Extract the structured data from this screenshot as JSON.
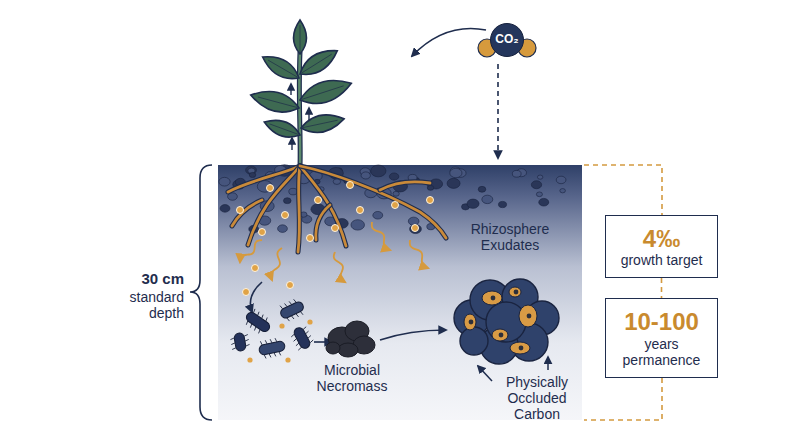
{
  "diagram": {
    "nodes": [
      {
        "text": [
          "CO₂"
        ]
      },
      {
        "text": [
          "4‰",
          "growth target"
        ]
      },
      {
        "text": [
          "10-100",
          "years permanence"
        ]
      }
    ],
    "edges": [
      {
        "from": 1,
        "to": 2,
        "arrow": "none"
      }
    ],
    "labels": [
      "Rhizosphere Exudates",
      "30 cm",
      "standard depth",
      "Microbial Necromass",
      "Physically Occluded Carbon"
    ]
  }
}
